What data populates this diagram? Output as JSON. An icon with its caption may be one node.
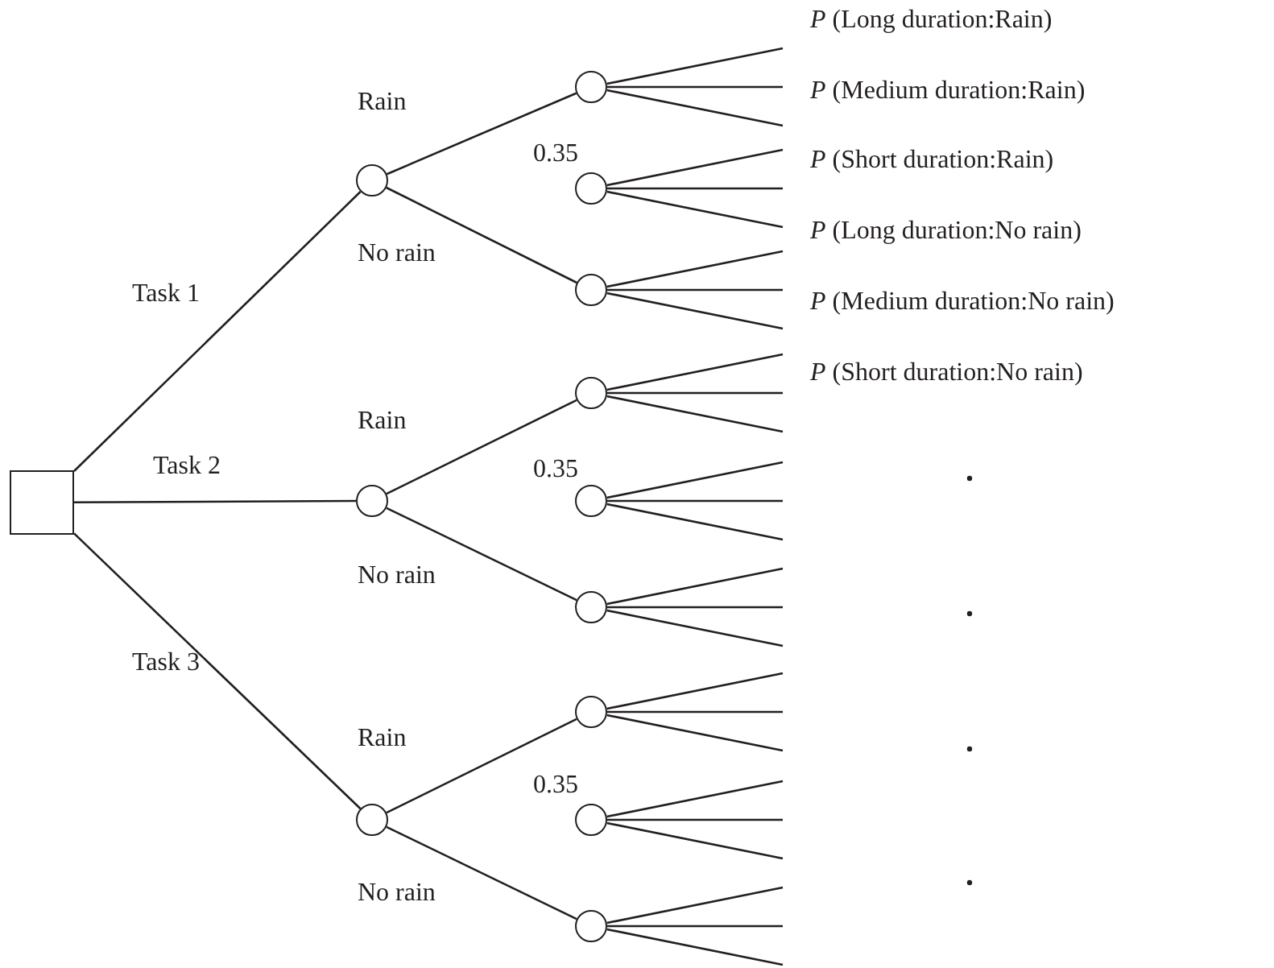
{
  "diagram": {
    "nodes": [
      {
        "text": [],
        "shape": "box"
      },
      {
        "text": [],
        "shape": "circle"
      },
      {
        "text": [],
        "shape": "circle"
      },
      {
        "text": [],
        "shape": "circle"
      },
      {
        "text": [],
        "shape": "circle"
      },
      {
        "text": [],
        "shape": "circle"
      },
      {
        "text": [],
        "shape": "circle"
      },
      {
        "text": [],
        "shape": "circle"
      },
      {
        "text": [],
        "shape": "circle"
      },
      {
        "text": [],
        "shape": "circle"
      },
      {
        "text": [],
        "shape": "circle"
      },
      {
        "text": [],
        "shape": "circle"
      },
      {
        "text": [],
        "shape": "circle"
      }
    ],
    "edges": [
      {
        "from": 0,
        "to": 1,
        "arrow": "none",
        "label": "Task 1"
      },
      {
        "from": 0,
        "to": 2,
        "arrow": "none",
        "label": "Task 2"
      },
      {
        "from": 0,
        "to": 3,
        "arrow": "none",
        "label": "Task 3"
      },
      {
        "from": 1,
        "to": 4,
        "arrow": "none",
        "label": "Rain"
      },
      {
        "from": 1,
        "to": 6,
        "arrow": "none",
        "label": "No rain"
      },
      {
        "from": 2,
        "to": 7,
        "arrow": "none",
        "label": "Rain"
      },
      {
        "from": 2,
        "to": 9,
        "arrow": "none",
        "label": "No rain"
      },
      {
        "from": 3,
        "to": 10,
        "arrow": "none",
        "label": "Rain"
      },
      {
        "from": 3,
        "to": 12,
        "arrow": "none",
        "label": "No rain"
      },
      {
        "from": 4,
        "to": null,
        "arrow": "none"
      },
      {
        "from": 4,
        "to": null,
        "arrow": "none"
      },
      {
        "from": 4,
        "to": null,
        "arrow": "none"
      },
      {
        "from": 5,
        "to": null,
        "arrow": "none"
      },
      {
        "from": 5,
        "to": null,
        "arrow": "none"
      },
      {
        "from": 5,
        "to": null,
        "arrow": "none"
      },
      {
        "from": 6,
        "to": null,
        "arrow": "none"
      },
      {
        "from": 6,
        "to": null,
        "arrow": "none"
      },
      {
        "from": 6,
        "to": null,
        "arrow": "none"
      },
      {
        "from": 7,
        "to": null,
        "arrow": "none"
      },
      {
        "from": 7,
        "to": null,
        "arrow": "none"
      },
      {
        "from": 7,
        "to": null,
        "arrow": "none"
      },
      {
        "from": 8,
        "to": null,
        "arrow": "none"
      },
      {
        "from": 8,
        "to": null,
        "arrow": "none"
      },
      {
        "from": 8,
        "to": null,
        "arrow": "none"
      },
      {
        "from": 9,
        "to": null,
        "arrow": "none"
      },
      {
        "from": 9,
        "to": null,
        "arrow": "none"
      },
      {
        "from": 9,
        "to": null,
        "arrow": "none"
      },
      {
        "from": 10,
        "to": null,
        "arrow": "none"
      },
      {
        "from": 10,
        "to": null,
        "arrow": "none"
      },
      {
        "from": 10,
        "to": null,
        "arrow": "none"
      },
      {
        "from": 11,
        "to": null,
        "arrow": "none"
      },
      {
        "from": 11,
        "to": null,
        "arrow": "none"
      },
      {
        "from": 11,
        "to": null,
        "arrow": "none"
      },
      {
        "from": 12,
        "to": null,
        "arrow": "none"
      },
      {
        "from": 12,
        "to": null,
        "arrow": "none"
      },
      {
        "from": 12,
        "to": null,
        "arrow": "none"
      }
    ],
    "labels": [
      "*P* (Long duration:Rain)",
      "0.35",
      "*P* (Medium duration:Rain)",
      "*P* (Short duration:Rain)",
      "*P* (Long duration:No rain)",
      "*P* (Medium duration:No rain)",
      "*P* (Short duration:No rain)",
      "0.35",
      "0.35"
    ]
  }
}
